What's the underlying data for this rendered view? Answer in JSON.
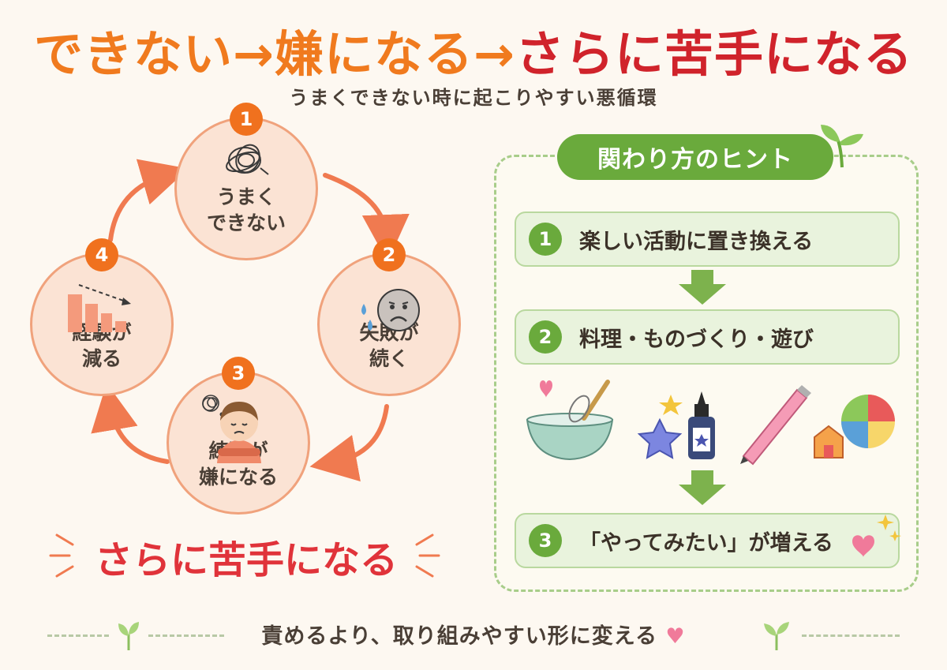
{
  "title": {
    "part1": "できない→嫌になる→",
    "part2": "さらに苦手になる"
  },
  "subtitle": "うまくできない時に起こりやすい悪循環",
  "cycle": {
    "nodes": [
      {
        "num": "1",
        "label": "うまく\nできない",
        "icon": "tangled-scribble-icon"
      },
      {
        "num": "2",
        "label": "失敗が\n続く",
        "icon": "sad-face-icon"
      },
      {
        "num": "3",
        "label": "練習が\n嫌になる",
        "icon": "upset-child-icon"
      },
      {
        "num": "4",
        "label": "経験が\n減る",
        "icon": "declining-bars-icon"
      }
    ],
    "result": "さらに苦手になる"
  },
  "hints": {
    "title": "関わり方のヒント",
    "items": [
      {
        "num": "1",
        "text": "楽しい活動に置き換える"
      },
      {
        "num": "2",
        "text": "料理・ものづくり・遊び"
      },
      {
        "num": "3",
        "text": "「やってみたい」が増える"
      }
    ],
    "illustrations": [
      "mixing-bowl-icon",
      "craft-star-bottle-icon",
      "pen-icon",
      "ball-and-house-icon"
    ]
  },
  "footer": "責めるより、取り組みやすい形に変える",
  "colors": {
    "orange": "#f07a1e",
    "red": "#d0232b",
    "green": "#6aaa3c",
    "node_fill": "#fbe3d4"
  }
}
